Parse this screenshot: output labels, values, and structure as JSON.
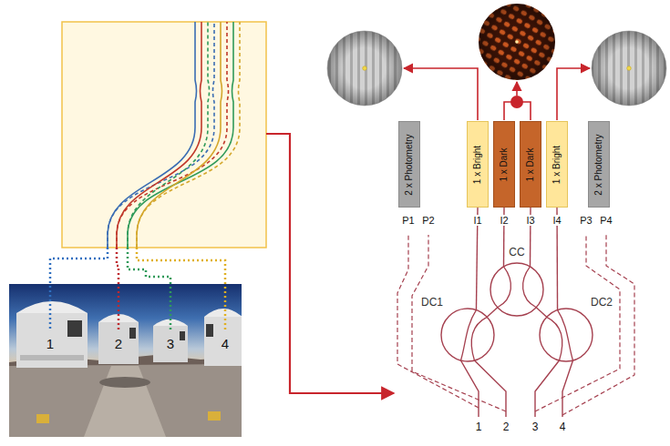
{
  "diagram": {
    "nodes": [
      {
        "text": [
          "2 x Photometry"
        ]
      },
      {
        "text": [
          "1 x Bright"
        ]
      },
      {
        "text": [
          "1 x Dark"
        ]
      },
      {
        "text": [
          "1 x Dark"
        ]
      },
      {
        "text": [
          "1 x Bright"
        ]
      },
      {
        "text": [
          "2 x Photometry"
        ]
      },
      {
        "text": [
          "CC"
        ]
      },
      {
        "text": [
          "DC1"
        ]
      },
      {
        "text": [
          "DC2"
        ]
      }
    ],
    "edges": [
      {
        "from": 7,
        "to": 1,
        "arrow": "none"
      },
      {
        "from": 7,
        "to": 6,
        "arrow": "none"
      },
      {
        "from": 8,
        "to": 6,
        "arrow": "none"
      },
      {
        "from": 6,
        "to": 2,
        "arrow": "none"
      },
      {
        "from": 6,
        "to": 3,
        "arrow": "none"
      },
      {
        "from": 8,
        "to": 4,
        "arrow": "none"
      }
    ],
    "labels": [
      "1",
      "2",
      "3",
      "4",
      "P1",
      "P2",
      "I1",
      "I2",
      "I3",
      "I4",
      "P3",
      "P4",
      "1",
      "2",
      "3",
      "4"
    ]
  }
}
